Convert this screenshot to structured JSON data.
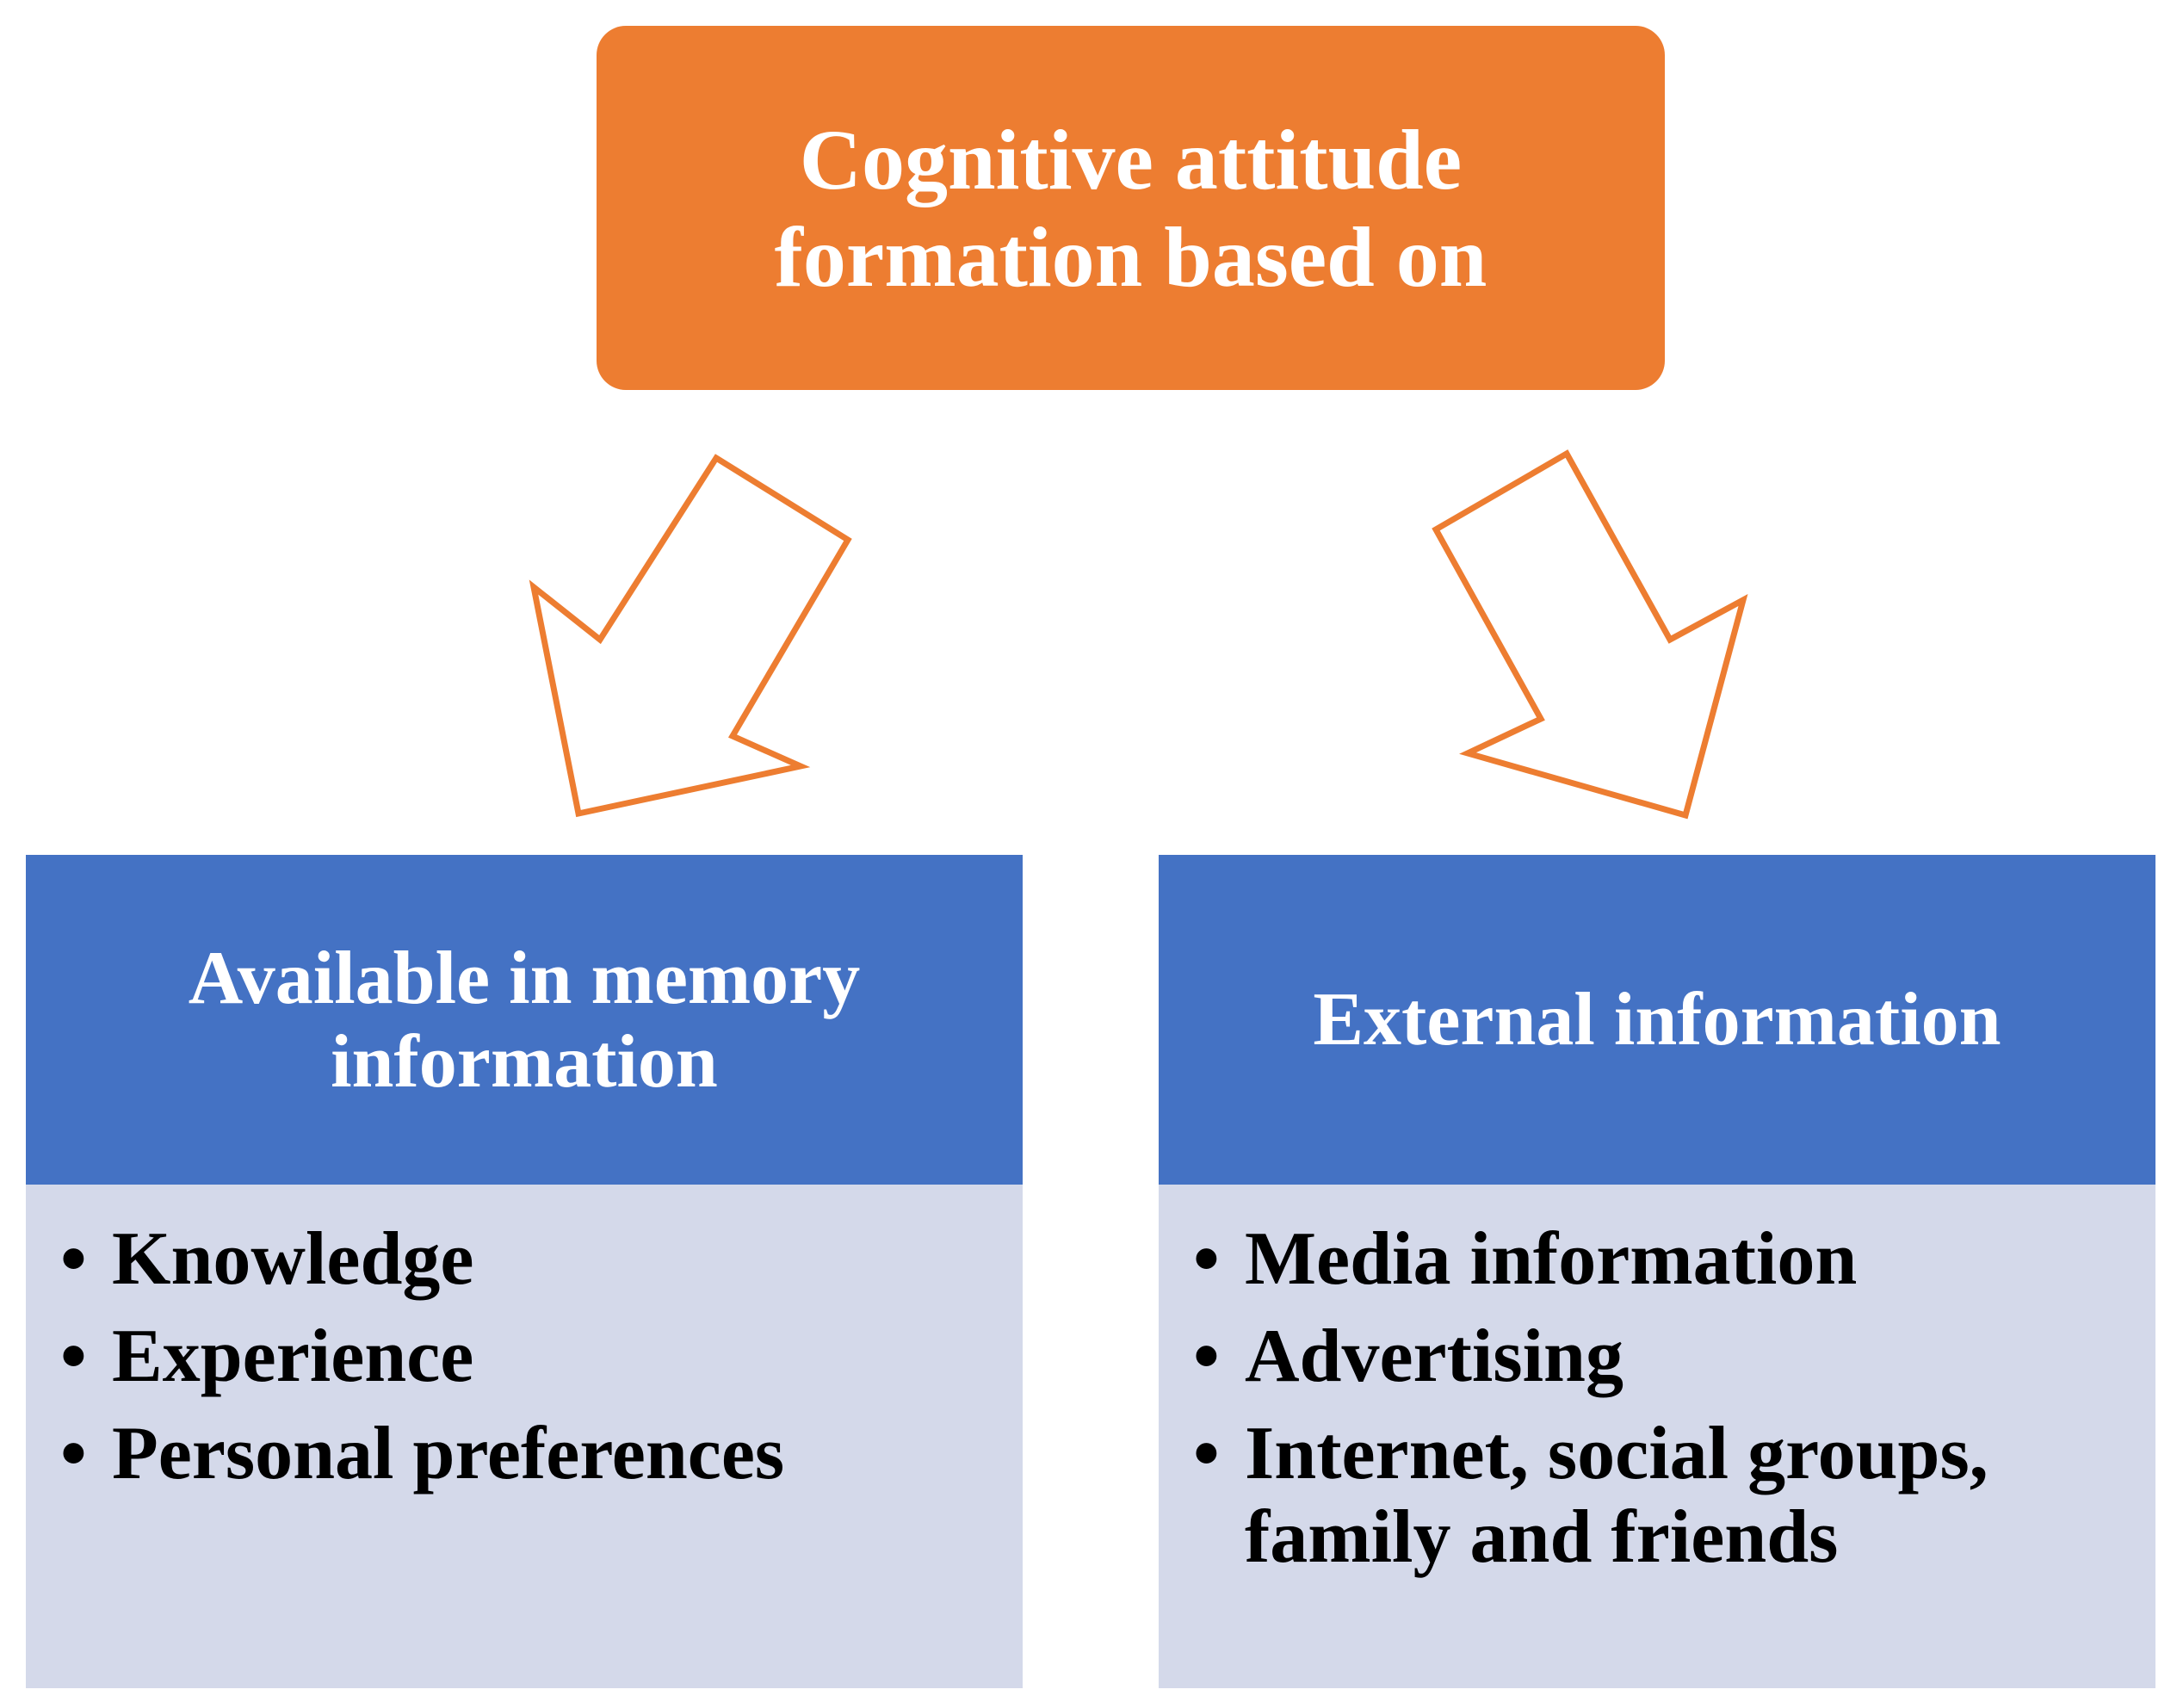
{
  "top": {
    "title": "Cognitive attitude formation based on"
  },
  "left": {
    "header": "Available in memory information",
    "items": [
      "Knowledge",
      "Experience",
      "Personal preferences"
    ]
  },
  "right": {
    "header": "External information",
    "items": [
      "Media information",
      "Advertising",
      "Internet, social groups, family and friends"
    ]
  },
  "colors": {
    "top_fill": "#ed7d31",
    "arrow_stroke": "#ed7d31",
    "header_fill": "#4472c4",
    "body_fill": "#d4d9ea"
  },
  "bullet_glyph": "•"
}
